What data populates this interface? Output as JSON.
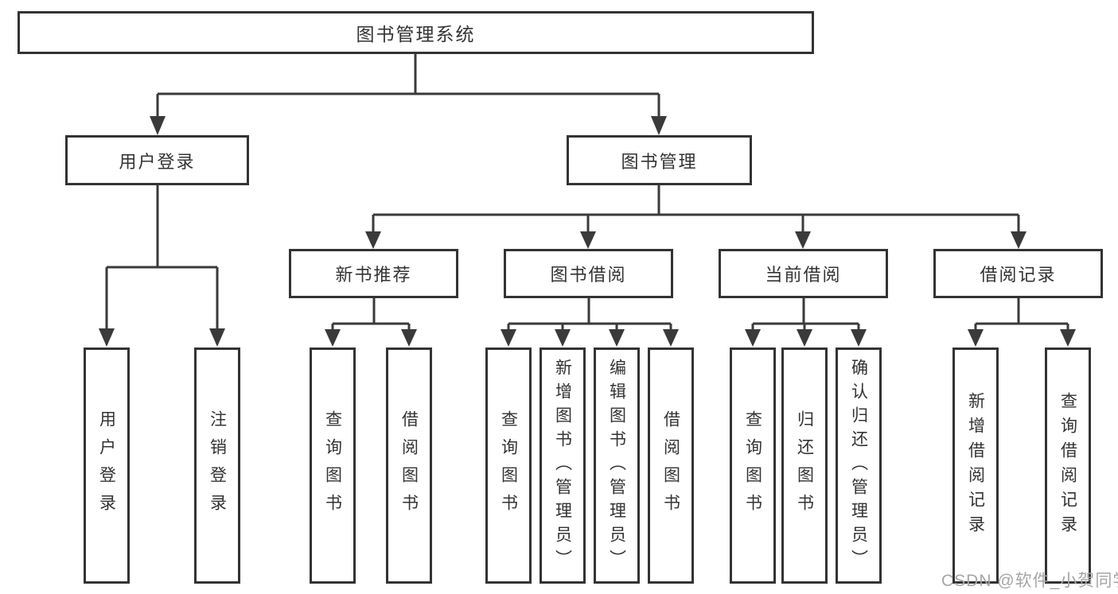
{
  "tree": {
    "root": "图书管理系统",
    "children": [
      {
        "label": "用户登录",
        "children": [
          "用户登录",
          "注销登录"
        ]
      },
      {
        "label": "图书管理",
        "children": [
          {
            "label": "新书推荐",
            "children": [
              "查询图书",
              "借阅图书"
            ]
          },
          {
            "label": "图书借阅",
            "children": [
              "查询图书",
              "新增图书（管理员）",
              "编辑图书（管理员）",
              "借阅图书"
            ]
          },
          {
            "label": "当前借阅",
            "children": [
              "查询图书",
              "归还图书",
              "确认归还（管理员）"
            ]
          },
          {
            "label": "借阅记录",
            "children": [
              "新增借阅记录",
              "查询借阅记录"
            ]
          }
        ]
      }
    ]
  },
  "watermark": {
    "text": "CSDN @软件_小贺同学"
  },
  "colors": {
    "line": "#3a3a3a",
    "box_border": "#333333",
    "text": "#333333",
    "watermark": "#a6a6a6",
    "background": "#ffffff"
  }
}
